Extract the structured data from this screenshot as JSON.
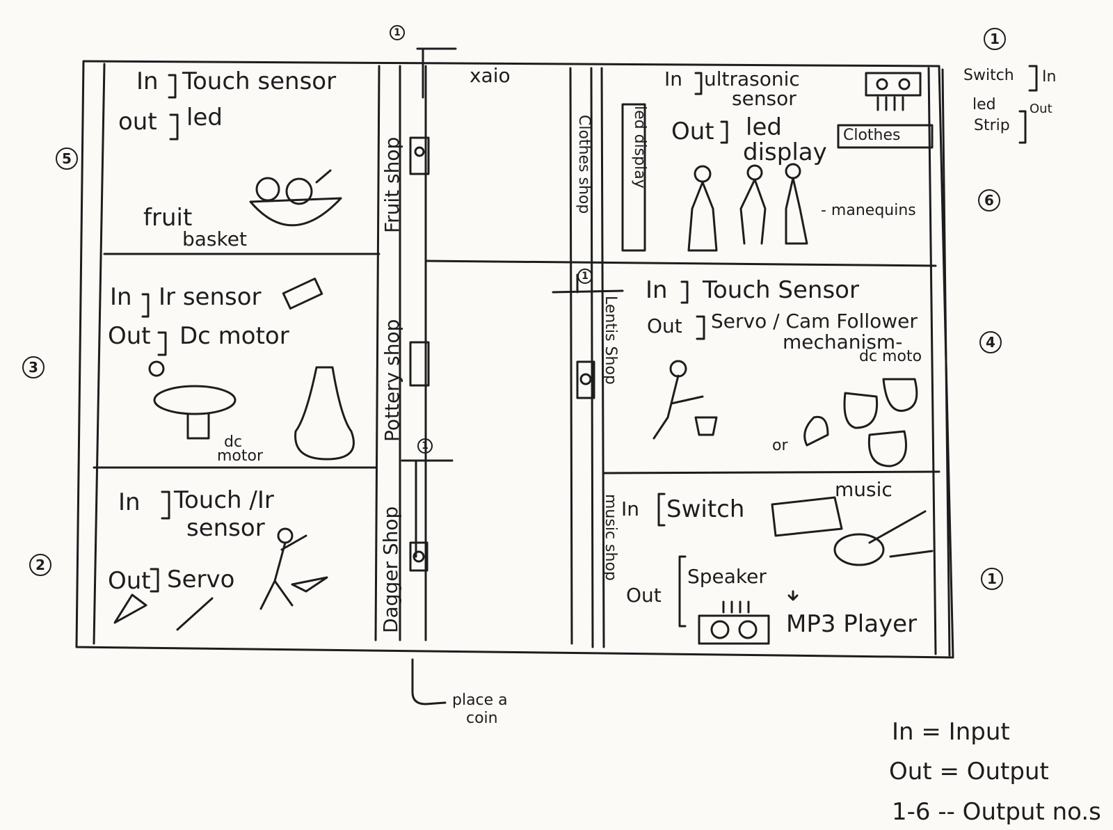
{
  "numbers": {
    "n1_top_center": "1",
    "n1_top_right": "1",
    "n5": "5",
    "n6": "6",
    "n3": "3",
    "n4": "4",
    "n2": "2",
    "n1_right_bottom": "1",
    "n1_lenses": "1",
    "n1_dagger": "1"
  },
  "top_center_label": "xaio",
  "switch_note": {
    "switch": "Switch",
    "in": "In",
    "led_strip_1": "led",
    "led_strip_2": "Strip",
    "out": "Out"
  },
  "fruit": {
    "in_label": "In",
    "in_value": "Touch sensor",
    "out_label": "out",
    "out_value": "led",
    "item_1": "fruit",
    "item_2": "basket",
    "shop": "Fruit shop"
  },
  "pottery": {
    "in_label": "In",
    "in_value": "Ir sensor",
    "out_label": "Out",
    "out_value": "Dc motor",
    "motor_1": "dc",
    "motor_2": "motor",
    "shop": "Pottery shop"
  },
  "dagger": {
    "in_label": "In",
    "in_value_1": "Touch /Ir",
    "in_value_2": "sensor",
    "out_label": "Out",
    "out_value": "Servo",
    "shop": "Dagger Shop"
  },
  "clothes": {
    "in_label": "In",
    "in_value_1": "ultrasonic",
    "in_value_2": "sensor",
    "out_label": "Out",
    "out_value_1": "led",
    "out_value_2": "display",
    "board": "Clothes",
    "mannequins": "- manequins",
    "panel": "led display",
    "shop": "Clothes shop"
  },
  "lentils": {
    "in_label": "In",
    "in_value": "Touch Sensor",
    "out_label": "Out",
    "out_value_1": "Servo / Cam Follower",
    "out_value_2": "mechanism-",
    "out_value_3": "dc moto",
    "or": "or",
    "shop": "Lentis Shop"
  },
  "music": {
    "in_label": "In",
    "in_value": "Switch",
    "label": "music",
    "out_label": "Out",
    "out_value": "Speaker",
    "player": "MP3 Player",
    "shop": "music shop"
  },
  "coin_note": {
    "line_1": "place a",
    "line_2": "coin"
  },
  "legend": {
    "line_1": "In = Input",
    "line_2": "Out = Output",
    "line_3": "1-6 -- Output no.s"
  }
}
